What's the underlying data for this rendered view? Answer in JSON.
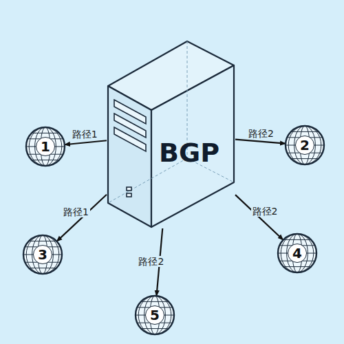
{
  "diagram": {
    "nodes": [
      {
        "text": [
          "BGP"
        ]
      },
      {
        "text": [
          "1"
        ]
      },
      {
        "text": [
          "2"
        ]
      },
      {
        "text": [
          "3"
        ]
      },
      {
        "text": [
          "4"
        ]
      },
      {
        "text": [
          "5"
        ]
      }
    ],
    "edges": [
      {
        "from": 0,
        "to": 1,
        "label": "路径1",
        "arrow": "to"
      },
      {
        "from": 0,
        "to": 2,
        "label": "路径2",
        "arrow": "to"
      },
      {
        "from": 0,
        "to": 3,
        "label": "路径1",
        "arrow": "to"
      },
      {
        "from": 0,
        "to": 4,
        "label": "路径2",
        "arrow": "to"
      },
      {
        "from": 0,
        "to": 5,
        "label": "路径2",
        "arrow": "to"
      }
    ]
  }
}
